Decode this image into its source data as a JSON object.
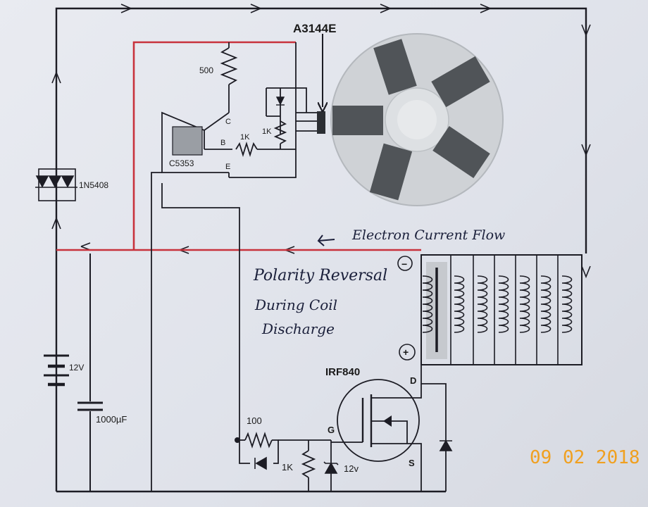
{
  "labels": {
    "sensor": "A3144E",
    "r_top": "500",
    "transistor": "C5353",
    "pin_c": "C",
    "pin_b": "B",
    "pin_e": "E",
    "r_base": "1K",
    "r_sensor": "1K",
    "diode": "1N5408",
    "battery": "12V",
    "capacitor": "1000µF",
    "mosfet": "IRF840",
    "pin_d": "D",
    "pin_g": "G",
    "pin_s": "S",
    "r_gate": "100",
    "r_pulldown": "1K",
    "zener": "12v",
    "coil_minus": "−",
    "coil_plus": "+"
  },
  "annotations": {
    "electron_flow": "Electron Current Flow",
    "polarity_line1": "Polarity Reversal",
    "polarity_line2": "During Coil",
    "polarity_line3": "Discharge"
  },
  "timestamp": "09 02 2018",
  "colors": {
    "wire": "#1c1c24",
    "red_wire": "#c8323c",
    "rotor": "#cfd2d6",
    "magnet": "#505458",
    "date": "#f0a020"
  }
}
